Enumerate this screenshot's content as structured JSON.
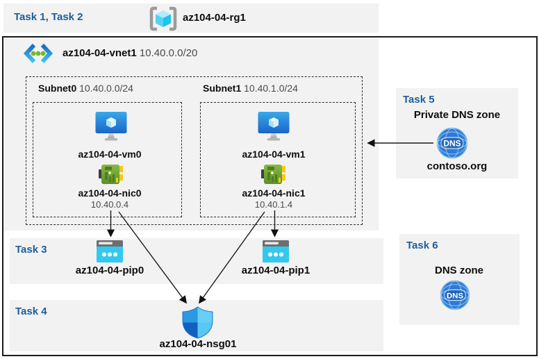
{
  "colors": {
    "task_label_blue": "#1F5C99",
    "panel_gray": "#F2F2F2",
    "icon_blue": "#2C7CD8",
    "nic_green": "#74A833",
    "pip_cyan": "#35C8EF"
  },
  "header": {
    "tasks_label": "Task 1, Task 2",
    "resource_group": "az104-04-rg1"
  },
  "vnet": {
    "name": "az104-04-vnet1",
    "cidr": "10.40.0.0/20",
    "subnets": [
      {
        "name": "Subnet0",
        "cidr": "10.40.0.0/24",
        "vm": "az104-04-vm0",
        "nic": "az104-04-nic0",
        "ip": "10.40.0.4"
      },
      {
        "name": "Subnet1",
        "cidr": "10.40.1.0/24",
        "vm": "az104-04-vm1",
        "nic": "az104-04-nic1",
        "ip": "10.40.1.4"
      }
    ]
  },
  "task3": {
    "label": "Task 3",
    "pip0": "az104-04-pip0",
    "pip1": "az104-04-pip1"
  },
  "task4": {
    "label": "Task 4",
    "nsg": "az104-04-nsg01"
  },
  "task5": {
    "label": "Task 5",
    "title": "Private DNS zone",
    "zone_name": "contoso.org"
  },
  "task6": {
    "label": "Task 6",
    "title": "DNS zone"
  },
  "icons": {
    "resource_group": "bracketed-cube",
    "virtual_network": "angle-brackets-with-dots",
    "virtual_machine": "monitor-with-cube",
    "network_interface": "green-nic-card",
    "public_ip": "browser-window-dots",
    "network_security_group": "quartered-shield",
    "dns_zone": "globe-dns"
  }
}
